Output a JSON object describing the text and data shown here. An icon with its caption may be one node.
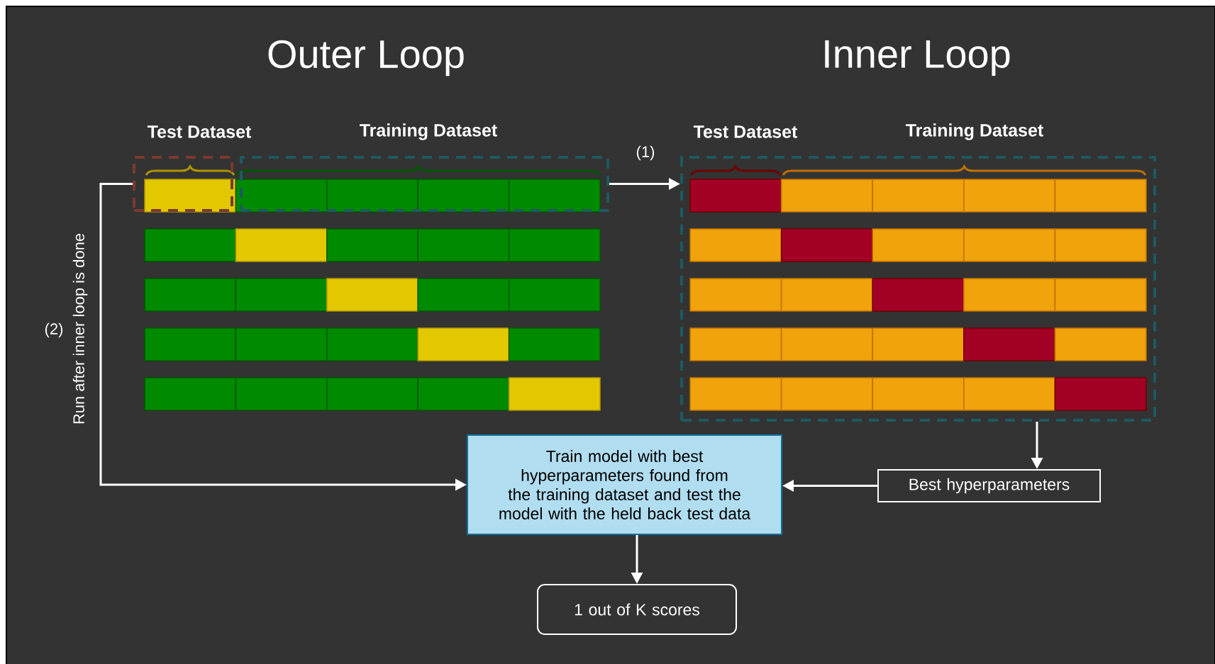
{
  "diagram": {
    "nodes": [
      {
        "text": [],
        "shape": "box"
      },
      {
        "text": [],
        "shape": "box"
      },
      {
        "text": [],
        "shape": "box"
      },
      {
        "text": [
          "Train model with best hyperparameters found from the training dataset and test the model with the held back test data"
        ]
      },
      {
        "text": [
          "Best hyperparameters"
        ]
      },
      {
        "text": [
          "1 out of K scores"
        ]
      }
    ],
    "edges": [
      {
        "from": 1,
        "to": 2,
        "arrow": "to",
        "label": "(1)"
      },
      {
        "from": 0,
        "to": 3,
        "arrow": "to",
        "label": "Run after inner loop is done"
      },
      {
        "from": 2,
        "to": 4,
        "arrow": "to"
      },
      {
        "from": 4,
        "to": 3,
        "arrow": "to"
      },
      {
        "from": 3,
        "to": 5,
        "arrow": "to"
      }
    ],
    "labels": [
      "Outer Loop",
      "Inner Loop",
      "Test Dataset",
      "Training Dataset",
      "Test Dataset",
      "Training Dataset",
      "(2)"
    ]
  }
}
